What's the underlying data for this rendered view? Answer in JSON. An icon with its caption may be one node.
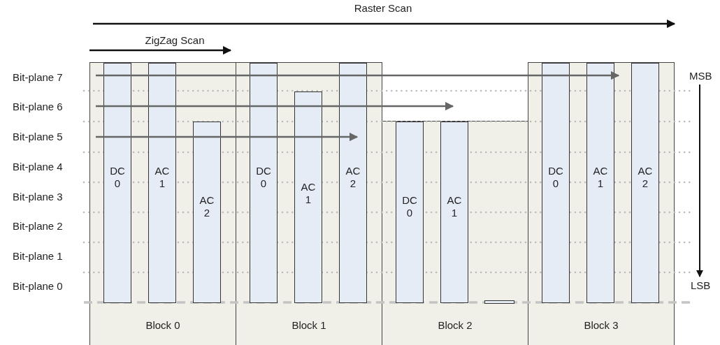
{
  "diagram": {
    "nodes": [
      {
        "text": [
          "Block 0"
        ]
      },
      {
        "text": [
          "DC 0"
        ],
        "in": 0
      },
      {
        "text": [
          "AC 1"
        ],
        "in": 0
      },
      {
        "text": [
          "AC 2"
        ],
        "in": 0
      },
      {
        "text": [
          "Block 1"
        ]
      },
      {
        "text": [
          "DC 0"
        ],
        "in": 4
      },
      {
        "text": [
          "AC 1"
        ],
        "in": 4
      },
      {
        "text": [
          "AC 2"
        ],
        "in": 4
      },
      {
        "text": [
          "Block 2"
        ]
      },
      {
        "text": [
          "DC 0"
        ],
        "in": 8
      },
      {
        "text": [
          "AC 1"
        ],
        "in": 8
      },
      {
        "text": [],
        "shape": "bar",
        "in": 8
      },
      {
        "text": [
          "Block 3"
        ]
      },
      {
        "text": [
          "DC 0"
        ],
        "in": 12
      },
      {
        "text": [
          "AC 1"
        ],
        "in": 12
      },
      {
        "text": [
          "AC 2"
        ],
        "in": 12
      },
      {
        "text": [
          "MSB"
        ]
      },
      {
        "text": [
          "LSB"
        ]
      }
    ],
    "edges": [
      {
        "from": 16,
        "to": 17,
        "arrow": "to"
      }
    ],
    "labels": [
      "Raster Scan",
      "ZigZag Scan",
      "Bit-plane 7",
      "Bit-plane 6",
      "Bit-plane 5",
      "Bit-plane 4",
      "Bit-plane 3",
      "Bit-plane 2",
      "Bit-plane 1",
      "Bit-plane 0"
    ]
  }
}
